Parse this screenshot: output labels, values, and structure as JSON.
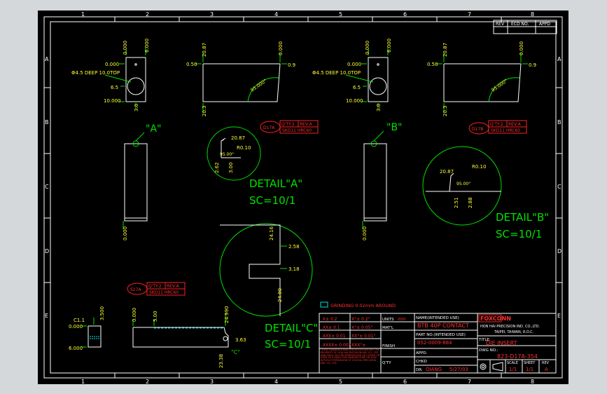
{
  "border": {
    "top_numbers": [
      "1",
      "2",
      "3",
      "4",
      "5",
      "6",
      "7",
      "8"
    ],
    "bottom_numbers": [
      "1",
      "2",
      "3",
      "4",
      "5",
      "6",
      "7",
      "8"
    ],
    "side_letters": [
      "A",
      "B",
      "C",
      "D",
      "E"
    ]
  },
  "rev_block": {
    "rev": "REV",
    "ecd_no": "ECD NO.",
    "appd": "APPD"
  },
  "view_tl": {
    "d0": "0.000",
    "d1": "0.000",
    "d2": "6.000",
    "hole": "Φ4.5 DEEP 10.0TOP",
    "d65": "6.5",
    "d10": "10.000",
    "d3": "3.0"
  },
  "view_tr1": {
    "d2087": "20.87",
    "d050": "0.50",
    "d000": "0.000",
    "d09": "0.9",
    "d203": "20.3",
    "angle": "95.000°"
  },
  "view_tl2": {
    "d0": "0.000",
    "d1": "0.000",
    "d2": "6.000",
    "hole": "Φ4.5 DEEP 10.0TOP",
    "d65": "6.5",
    "d10": "10.000",
    "d3": "3.0"
  },
  "view_tr2": {
    "d2087": "20.87",
    "d050": "0.50",
    "d000": "0.000",
    "d09": "0.9",
    "d203": "20.3",
    "angle": "95.000°"
  },
  "labels": {
    "a_mark": "\"A\"",
    "b_mark": "\"B\"",
    "c_mark": "\"C\"",
    "detail_a": "DETAIL\"A\"",
    "detail_b": "DETAIL\"B\"",
    "detail_c": "DETAIL\"C\"",
    "scale": "SC=10/1"
  },
  "tags": [
    {
      "id": "D17A",
      "qty": "Q'TY:2",
      "rev": "REV:A",
      "mat": "SKD11 HRC60"
    },
    {
      "id": "D17B",
      "qty": "Q'TY:2",
      "rev": "REV:A",
      "mat": "SKD11 HRC60"
    },
    {
      "id": "S17A",
      "qty": "Q'TY:2",
      "rev": "REV:A",
      "mat": "SKD11 HRC60"
    }
  ],
  "detail_a_dims": {
    "d2087": "20.87",
    "r010": "R0.10",
    "ang": "95.00°",
    "d262": "2.62",
    "d300": "3.00"
  },
  "detail_b_dims": {
    "d2087": "20.87",
    "r010": "R0.10",
    "ang": "95.00°",
    "d251": "2.51",
    "d288": "2.88"
  },
  "detail_c_dims": {
    "d2416": "24.16",
    "d258": "2.58",
    "d318": "3.18",
    "d2490": "24.90"
  },
  "side_a": {
    "d0": "0.000"
  },
  "side_b": {
    "d0": "0.000"
  },
  "bottom_left": {
    "c11": "C1.1",
    "d0": "0.000",
    "d3": "3.500",
    "d6": "6.000"
  },
  "bottom_mid": {
    "d0": "0.000",
    "d5": "5.00",
    "d2490": "24.990",
    "d363": "3.63",
    "d2338": "23.38"
  },
  "title_block": {
    "grinding": "GRINDING 0.02mm AROUND",
    "tol_rows": [
      {
        "a": ".X± 0.2",
        "b": "X°± 0.2°"
      },
      {
        "a": ".XX± 0.1",
        "b": "X°± 0.05°"
      },
      {
        "a": ".XXX± 0.01",
        "b": "XX°± 0.01°"
      },
      {
        "a": ".XXXX± 0.002",
        "b": "XXX°±"
      }
    ],
    "notice": "THESE DRAWINGS AND SPECIFICATIONS ARE THE PROPERTY OF HON HAI PRECISION IND. CO., LTD. AND SHALL NOT BE REPRODUCED OR COPIED OR USED AS A BASIS FOR MANUFACTURE OR SALE WITHOUT PERMISSION OF HON HAI PRECISION IND. CO., LTD.",
    "units_label": "UNITS",
    "units": "mm",
    "matl": "MAT'L",
    "finish": "FINISH",
    "qty": "Q'TY",
    "name_label": "NAME(INTENDED USE)",
    "name": "BTB 40P CONTACT",
    "part_label": "PART NO.(INTENDED USE)",
    "part": "052-0009-684",
    "appd": "APPD.",
    "chkd": "CHKD",
    "dr_label": "DR:",
    "dr": "QIANG",
    "date": "5/27/03",
    "brand": "FOXCONN",
    "company": "HON HAI PRECISION IND. CO.,LTD.",
    "address": "TAIPEI, TAIWAN, R.O.C.",
    "title_label": "TITLE:",
    "title": "DIE INSERT",
    "dwg_label": "DWG NO.:",
    "dwg": "823-D17A-354",
    "scale_label": "SCALE",
    "sheet_label": "SHEET",
    "rev_label": "REV",
    "scale": "1/1",
    "sheet": "1/1",
    "rev": "A"
  }
}
